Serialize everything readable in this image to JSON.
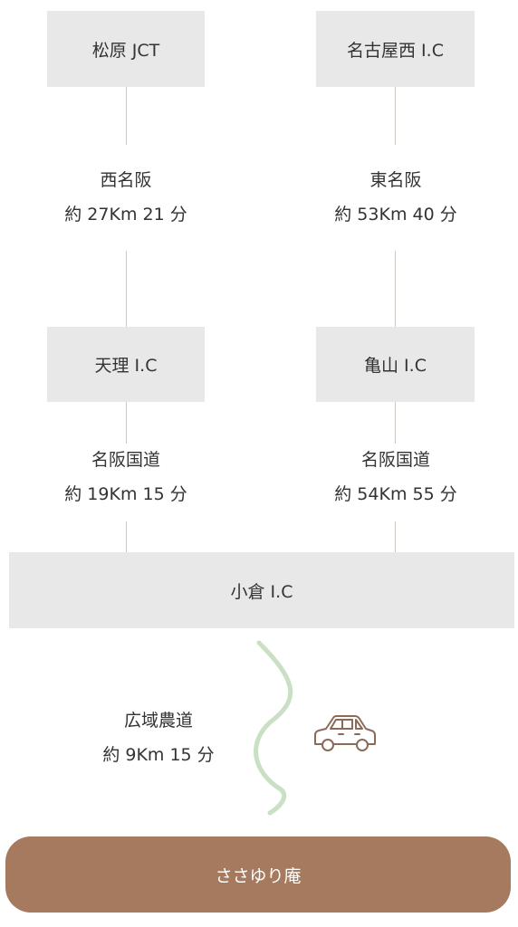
{
  "colors": {
    "box_bg": "#e8e8e8",
    "connector": "#cfc6c0",
    "road": "#c9e0c4",
    "car": "#8a6a58",
    "destination_bg": "#a67a5e",
    "destination_text": "#ffffff"
  },
  "left_route": {
    "start": "松原 JCT",
    "segment1": {
      "road": "西名阪",
      "detail": "約 27Km 21 分"
    },
    "mid": "天理 I.C",
    "segment2": {
      "road": "名阪国道",
      "detail": "約 19Km 15 分"
    }
  },
  "right_route": {
    "start": "名古屋西 I.C",
    "segment1": {
      "road": "東名阪",
      "detail": "約 53Km 40 分"
    },
    "mid": "亀山 I.C",
    "segment2": {
      "road": "名阪国道",
      "detail": "約 54Km 55 分"
    }
  },
  "junction": "小倉 I.C",
  "final_segment": {
    "road": "広域農道",
    "detail": "約 9Km 15 分",
    "icon": "car-icon"
  },
  "destination": "ささゆり庵"
}
